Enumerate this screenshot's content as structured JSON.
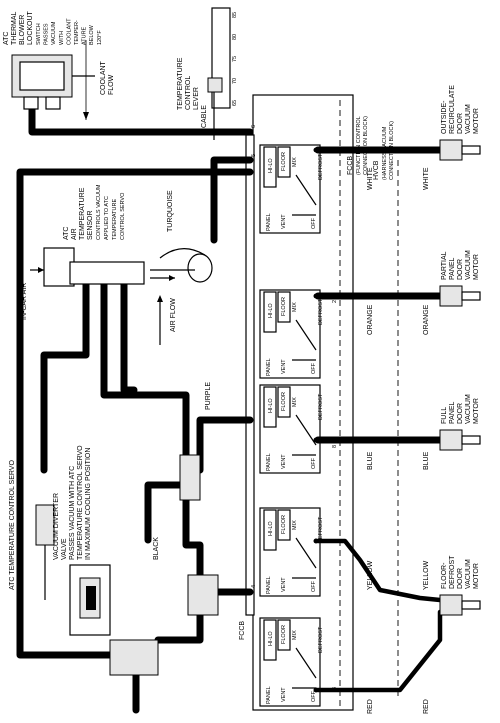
{
  "labels": {
    "atc_thermal_switch": [
      "ATC",
      "THERMAL",
      "BLOWER",
      "LOCKOUT",
      "SWITCH",
      "PASSES",
      "VACUUM",
      "WITH",
      "COOLANT",
      "TEMPER-",
      "ATURE",
      "BELOW",
      "120°F"
    ],
    "coolant_flow": [
      "COOLANT",
      "FLOW"
    ],
    "temp_lever": [
      "TEMPERATURE",
      "CONTROL",
      "LEVER"
    ],
    "lever_scale": [
      "85",
      "80",
      "75",
      "70",
      "65"
    ],
    "cable": "CABLE",
    "turquoise": "TURQUOISE",
    "atc_sensor": [
      "ATC",
      "AIR",
      "TEMPERATURE",
      "SENSOR",
      "CONTROLS VACUUM",
      "APPLIED TO ATC",
      "TEMPERATURE",
      "CONTROL SERVO"
    ],
    "in_car_air": "IN-CAR AIR",
    "air_flow": "AIR FLOW",
    "purple": "PURPLE",
    "black": "BLACK",
    "atc_servo": "ATC TEMPERATURE CONTROL SERVO",
    "vacuum_diverter": [
      "VACUUM DIVERTER",
      "VALVE",
      "PASSES VACUUM WITH ATC",
      "TEMPERATURE CONTROL SERVO",
      "IN MAXIMUM COOLING POSITION"
    ],
    "fccb": "FCCB",
    "fccb_desc": [
      "(FUNCTION CONTROL",
      "CONNECTION BLOCK)"
    ],
    "hvcb": "HVCB",
    "hvcb_desc": [
      "(HARNESS VACUUM",
      "CONNECTION BLOCK)"
    ],
    "panel_words": {
      "hi_lo": "HI-LO",
      "floor": "FLOOR",
      "mix": "MIX",
      "defrost": "DEFROST",
      "panel": "PANEL",
      "vent": "VENT",
      "off": "OFF"
    },
    "port_numbers": [
      "6",
      "5",
      "2",
      "8",
      "4",
      "3"
    ],
    "hose_colors": [
      "WHITE",
      "ORANGE",
      "BLUE",
      "YELLOW",
      "RED"
    ],
    "motors": [
      [
        "OUTSIDE-",
        "RECIRCULATE",
        "DOOR",
        "VACUUM",
        "MOTOR"
      ],
      [
        "PARTIAL",
        "PANEL",
        "DOOR",
        "VACUUM",
        "MOTOR"
      ],
      [
        "FULL",
        "PANEL",
        "DOOR",
        "VACUUM",
        "MOTOR"
      ],
      [
        "FLOOR-",
        "DEFROST",
        "DOOR",
        "VACUUM",
        "MOTOR"
      ]
    ]
  }
}
